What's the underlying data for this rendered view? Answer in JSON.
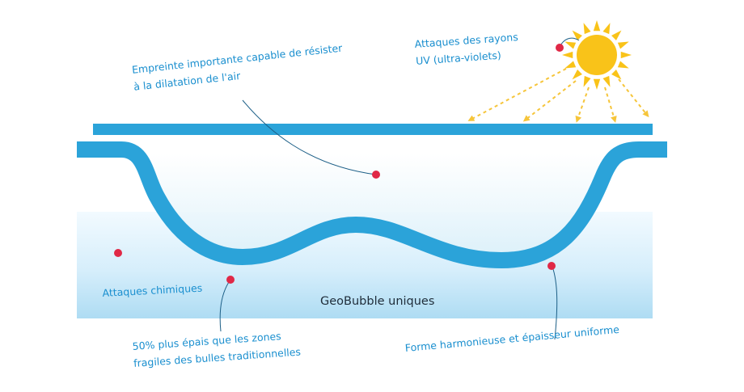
{
  "labels": {
    "uv": [
      "Attaques des rayons",
      "UV (ultra-violets)"
    ],
    "air": [
      "Empreinte importante capable de résister",
      "à la dilatation de l'air"
    ],
    "chem": "Attaques chimiques",
    "center": "GeoBubble uniques",
    "thick": [
      "50% plus épais que les zones",
      "fragiles des bulles traditionnelles"
    ],
    "shape": "Forme harmonieuse et épaisseur uniforme"
  },
  "icons": {
    "sun": "sun-icon",
    "marker": "point-marker"
  },
  "colors": {
    "text": "#1a8fcf",
    "label_dark": "#1f2d3a",
    "bubble": "#2ba3d9",
    "water_light": "#e6f5fd",
    "water_mid": "#bfe4f7",
    "sun": "#f9c319",
    "ray": "#f6c53a",
    "marker": "#e02846",
    "callout_line": "#1b5e86"
  }
}
